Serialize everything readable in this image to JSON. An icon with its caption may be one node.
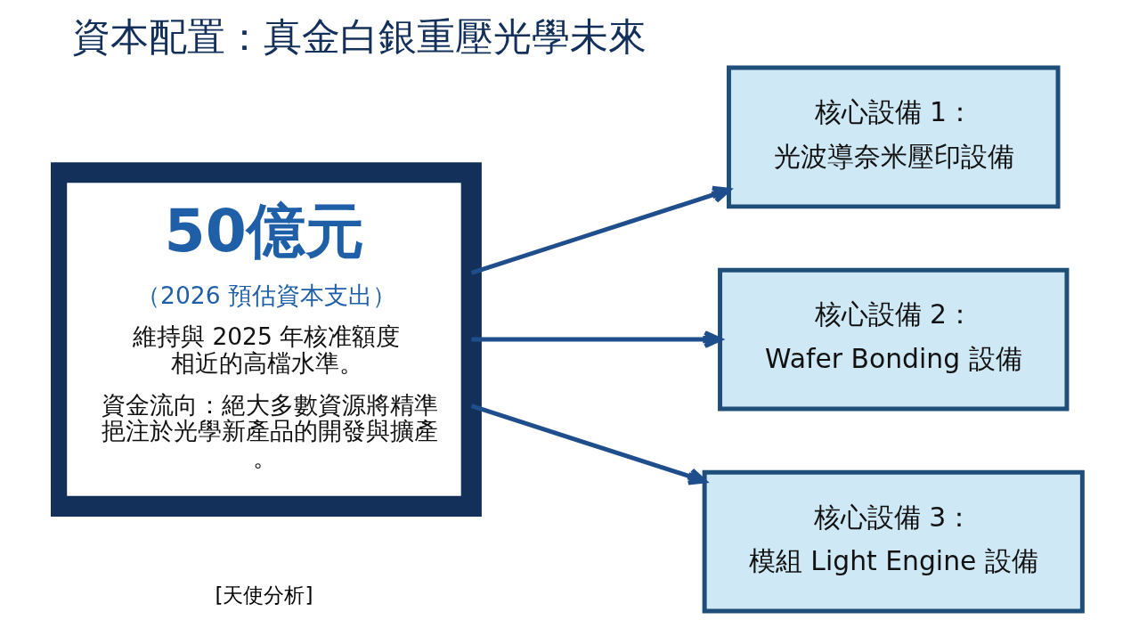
{
  "diagram": {
    "title": "資本配置：真金白銀重壓光學未來",
    "nodes": [
      {
        "text": [
          "50億元",
          "（2026 預估資本支出）",
          "維持與 2025 年核准額度相近的高檔水準。",
          "資金流向：絕大多數資源將精準挹注於光學新產品的開發與擴產。"
        ]
      },
      {
        "text": [
          "核心設備 1：",
          "光波導奈米壓印設備"
        ]
      },
      {
        "text": [
          "核心設備 2：",
          "Wafer Bonding 設備"
        ]
      },
      {
        "text": [
          "核心設備 3：",
          "模組 Light Engine 設備"
        ]
      }
    ],
    "edges": [
      {
        "from": 0,
        "to": 1,
        "arrow": "to"
      },
      {
        "from": 0,
        "to": 2,
        "arrow": "to"
      },
      {
        "from": 0,
        "to": 3,
        "arrow": "to"
      }
    ],
    "labels": [
      "[天使分析]"
    ]
  }
}
